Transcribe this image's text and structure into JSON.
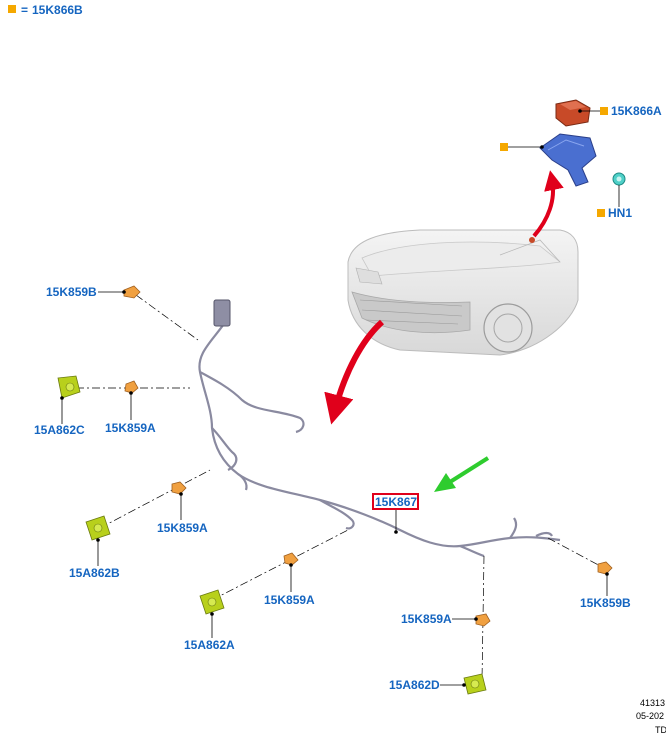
{
  "legend": {
    "equals": "=",
    "part": "15K866B"
  },
  "callouts": {
    "module_top": "15K866A",
    "nut": "HN1",
    "sensor_left_top": "15K859B",
    "bracket_left_top": "15A862C",
    "sensor_left_2": "15K859A",
    "sensor_left_3": "15K859A",
    "bracket_left_2": "15A862B",
    "sensor_left_4": "15K859A",
    "bracket_left_3": "15A862A",
    "harness_main": "15K867",
    "sensor_right_bottom": "15K859A",
    "bracket_right_bottom": "15A862D",
    "sensor_right": "15K859B"
  },
  "footer": {
    "line1": "41313",
    "line2": "05-202",
    "line3": "TD"
  },
  "colors": {
    "callout_text": "#1565c0",
    "legend_marker": "#f5a800",
    "highlight_box": "#e0001b",
    "red_arrow": "#e0001b",
    "green_arrow": "#2ecc2e",
    "harness": "#8a8aa0",
    "bracket_yellow": "#b8d01c",
    "sensor_orange": "#f0a040",
    "module_red": "#c84a28",
    "bracket_blue": "#4a6fd0",
    "nut_teal": "#4fd0c8"
  }
}
